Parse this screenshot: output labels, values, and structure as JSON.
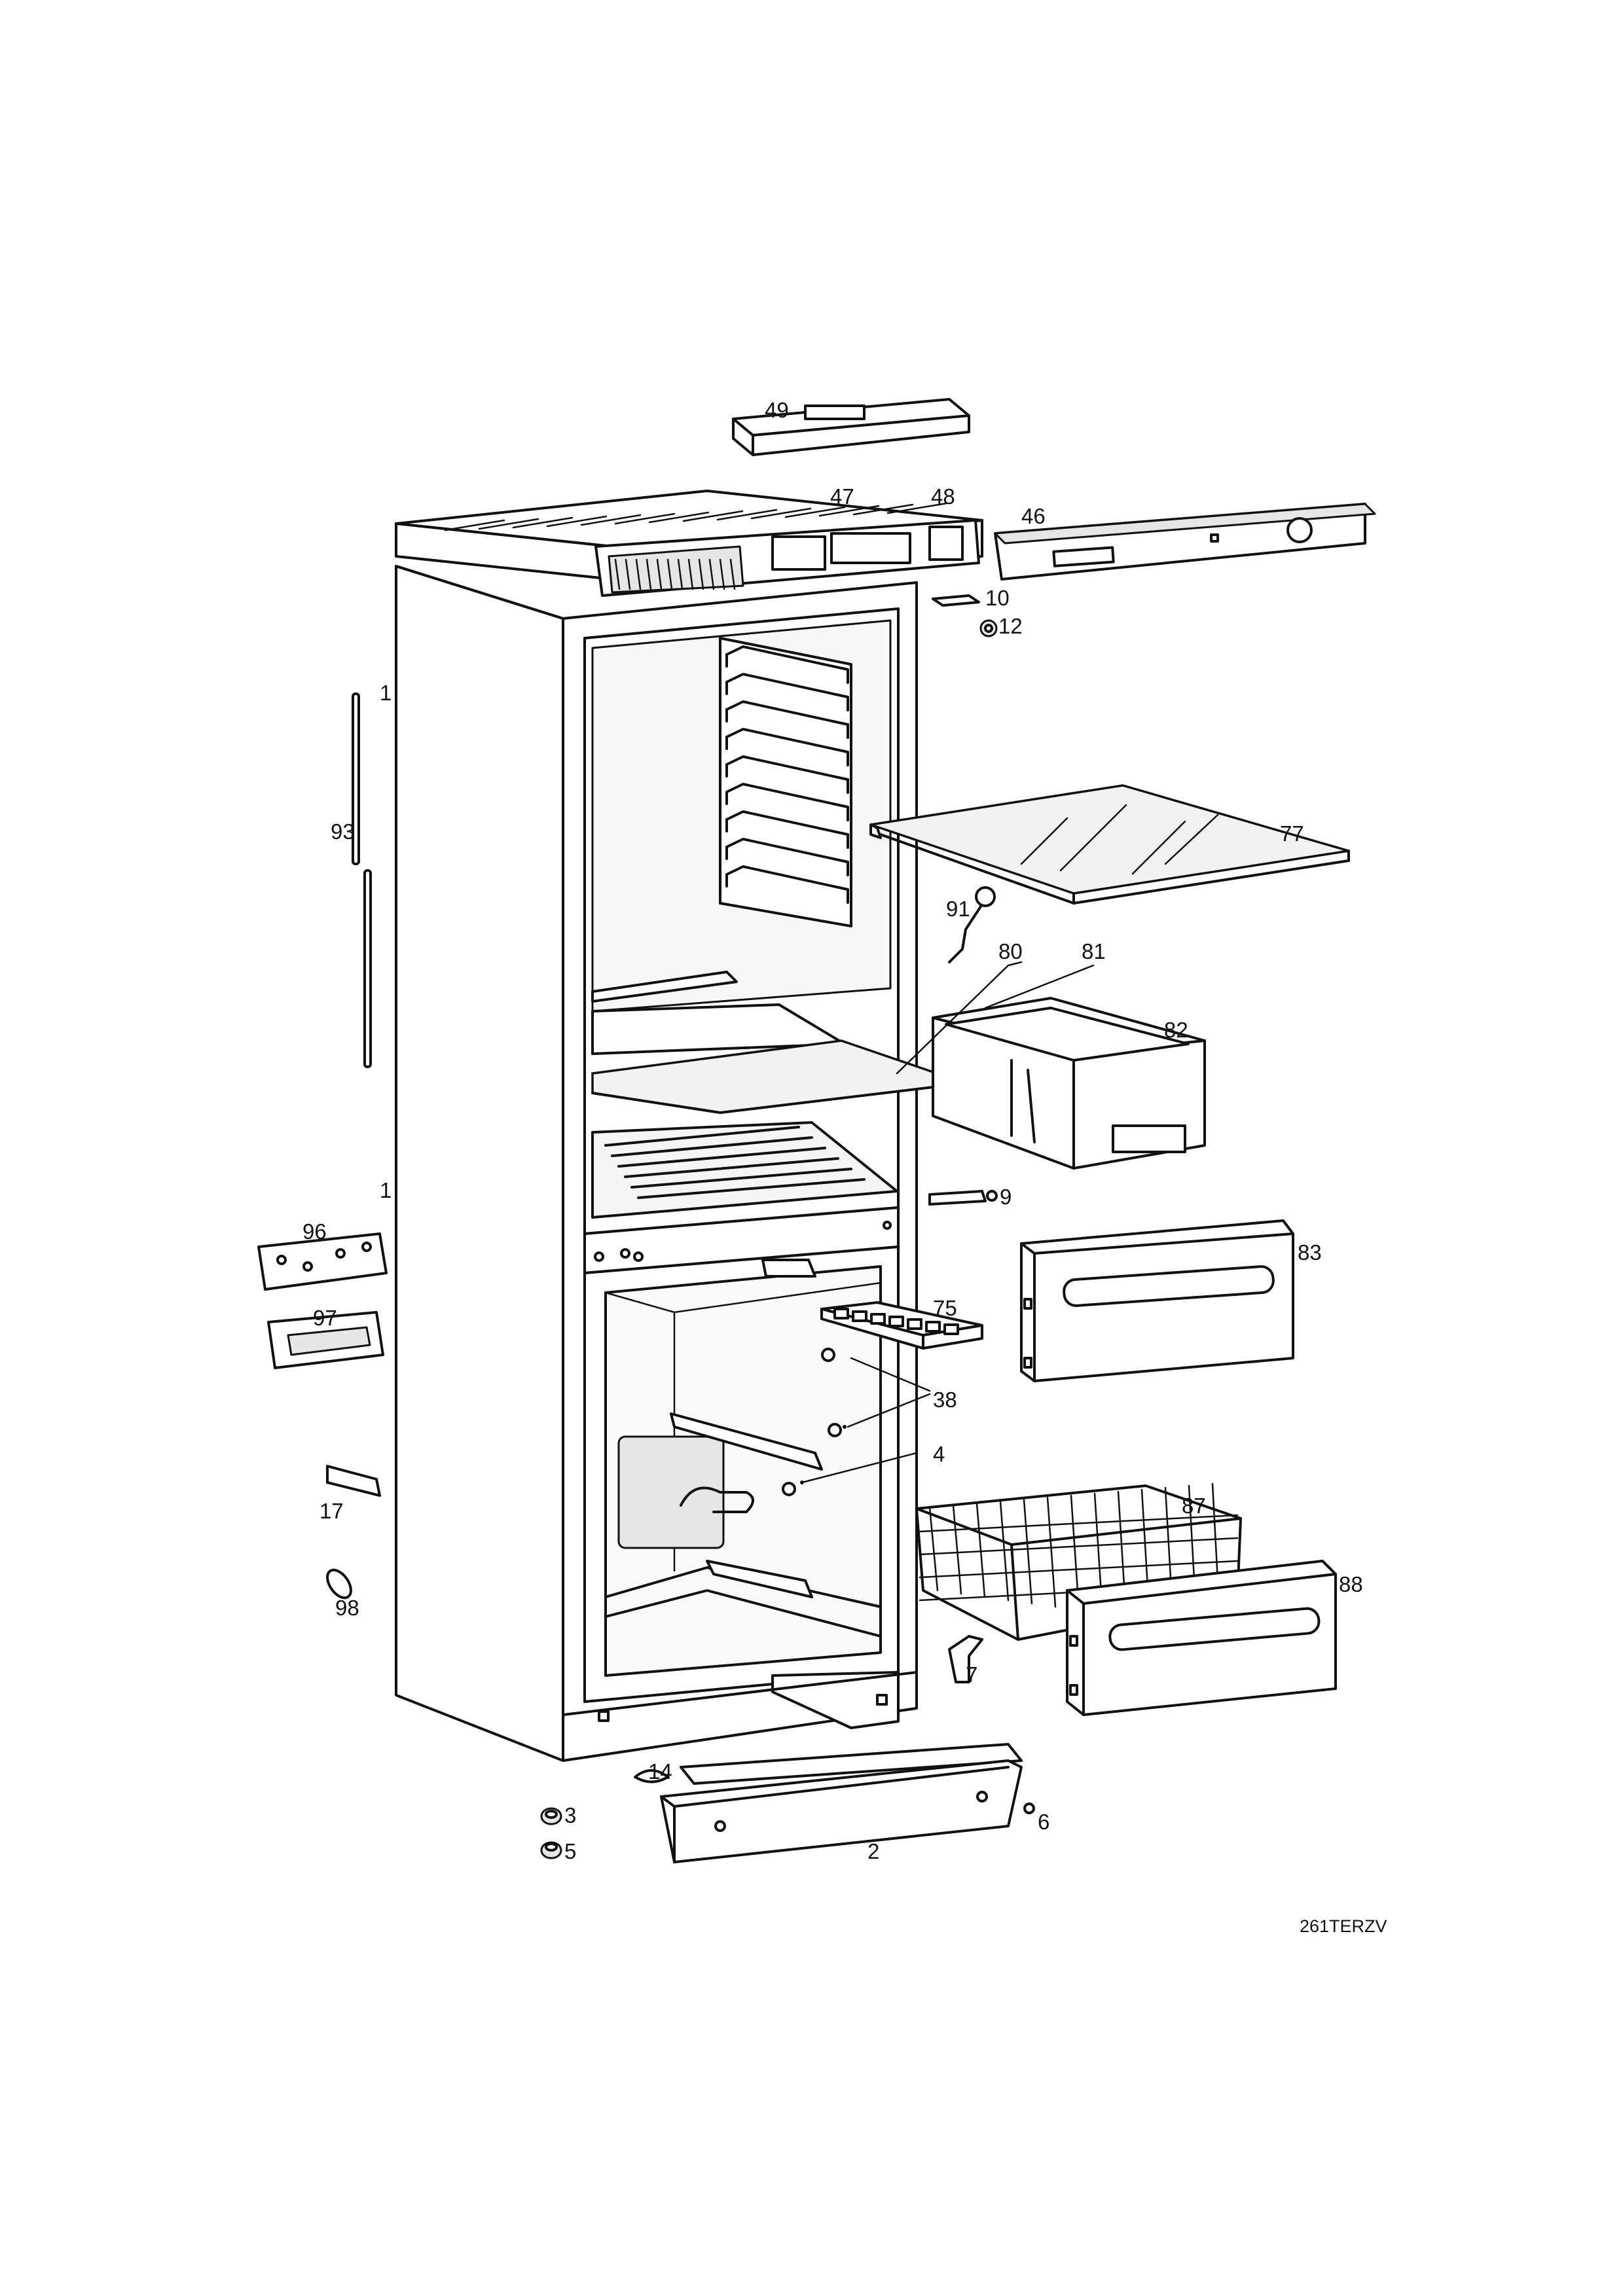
{
  "drawing_code": "261TERZV",
  "callouts": {
    "c1a": "1",
    "c1b": "1",
    "c2": "2",
    "c3": "3",
    "c4": "4",
    "c5": "5",
    "c6": "6",
    "c7": "7",
    "c9": "9",
    "c10": "10",
    "c12": "12",
    "c14": "14",
    "c17": "17",
    "c38": "38",
    "c46": "46",
    "c47": "47",
    "c48": "48",
    "c49": "49",
    "c75": "75",
    "c77": "77",
    "c80": "80",
    "c81": "81",
    "c82": "82",
    "c83": "83",
    "c87": "87",
    "c88": "88",
    "c91": "91",
    "c93": "93",
    "c96": "96",
    "c97": "97",
    "c98": "98"
  }
}
